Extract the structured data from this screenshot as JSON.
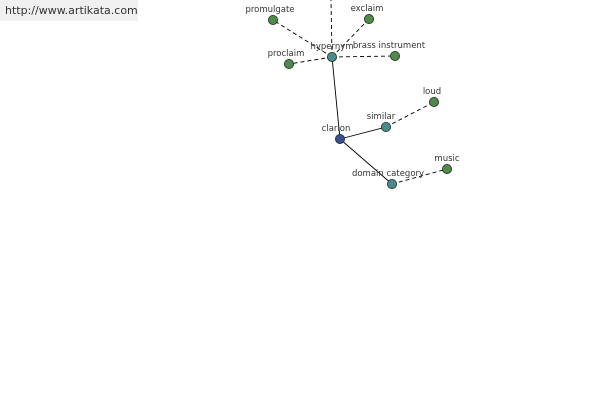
{
  "source": {
    "url": "http://www.artikata.com"
  },
  "graph": {
    "colors": {
      "root": "#3a4f8f",
      "relation": "#4a8a8c",
      "word": "#4f8a4a",
      "edge": "#000000"
    },
    "nodes": [
      {
        "id": "clarion",
        "label": "clarion",
        "kind": "root"
      },
      {
        "id": "hypernym",
        "label": "hypernym",
        "kind": "relation"
      },
      {
        "id": "similar",
        "label": "similar",
        "kind": "relation"
      },
      {
        "id": "domain",
        "label": "domain category",
        "kind": "relation"
      },
      {
        "id": "promulgate",
        "label": "promulgate",
        "kind": "word"
      },
      {
        "id": "exclaim",
        "label": "exclaim",
        "kind": "word"
      },
      {
        "id": "proclaim",
        "label": "proclaim",
        "kind": "word"
      },
      {
        "id": "brass",
        "label": "brass instrument",
        "kind": "word"
      },
      {
        "id": "loud",
        "label": "loud",
        "kind": "word"
      },
      {
        "id": "music",
        "label": "music",
        "kind": "word"
      }
    ],
    "edges": [
      {
        "from": "clarion",
        "to": "hypernym",
        "style": "solid"
      },
      {
        "from": "clarion",
        "to": "similar",
        "style": "solid"
      },
      {
        "from": "clarion",
        "to": "domain",
        "style": "solid"
      },
      {
        "from": "hypernym",
        "to": "promulgate",
        "style": "dashed"
      },
      {
        "from": "hypernym",
        "to": "exclaim",
        "style": "dashed"
      },
      {
        "from": "hypernym",
        "to": "proclaim",
        "style": "dashed"
      },
      {
        "from": "hypernym",
        "to": "brass",
        "style": "dashed"
      },
      {
        "from": "hypernym",
        "to": "offscreen",
        "style": "dashed"
      },
      {
        "from": "similar",
        "to": "loud",
        "style": "dashed"
      },
      {
        "from": "domain",
        "to": "music",
        "style": "dashed"
      }
    ]
  }
}
